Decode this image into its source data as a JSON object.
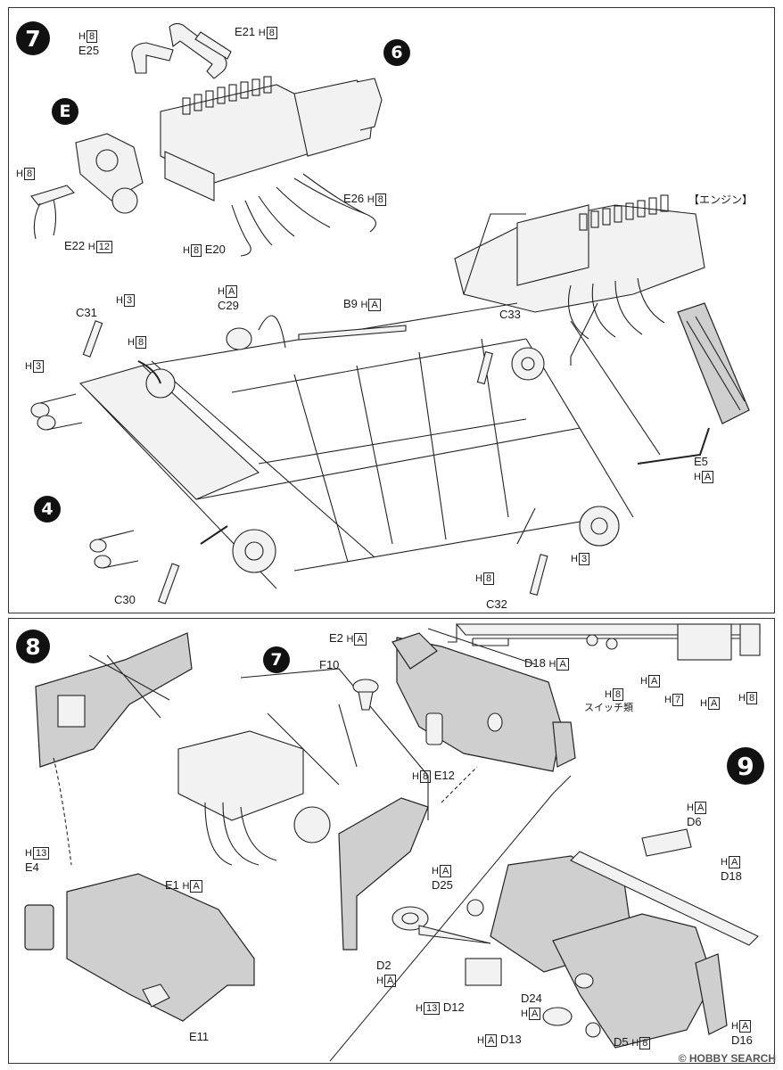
{
  "steps": {
    "s7": "7",
    "s8": "8",
    "s9": "9"
  },
  "refs": {
    "r6": "6",
    "rE": "E",
    "r4": "4",
    "r7": "7"
  },
  "engine_tag": "【エンジン】",
  "switch_note": "スイッチ類",
  "watermark": "© HOBBY SEARCH",
  "step7": {
    "e21": "E21",
    "e21_h": "8",
    "e25": "E25",
    "e25_h": "8",
    "e22": "E22",
    "e22_h": "12",
    "h8_left": "8",
    "e26": "E26",
    "e26_h": "8",
    "e20": "E20",
    "e20_h": "8",
    "c29": "C29",
    "c29_h": "A",
    "b9": "B9",
    "b9_h": "A",
    "c31": "C31",
    "c31_h": "3",
    "c31_h2": "8",
    "c31_h3": "3",
    "c33": "C33",
    "e5": "E5",
    "e5_h": "A",
    "c30": "C30",
    "c32": "C32",
    "c32_h": "3",
    "c32_h2": "8"
  },
  "step8": {
    "e2": "E2",
    "e2_h": "A",
    "f10": "F10",
    "e12": "E12",
    "e12_h": "8",
    "e4": "E4",
    "e4_h": "13",
    "e1": "E1",
    "e1_h": "A",
    "e11": "E11"
  },
  "step9": {
    "d18_top": "D18",
    "d18_top_h": "A",
    "sw_h": "8",
    "ha1": "A",
    "h7": "7",
    "ha2": "A",
    "h8_2": "8",
    "d6": "D6",
    "d6_h": "A",
    "d18": "D18",
    "d18_h": "A",
    "d25": "D25",
    "d25_h": "A",
    "d2": "D2",
    "d2_h": "A",
    "d24": "D24",
    "d24_h": "A",
    "d12": "D12",
    "d12_h": "13",
    "d13": "D13",
    "d13_h": "A",
    "d5": "D5",
    "d5_h": "8",
    "d16": "D16",
    "d16_h": "A"
  }
}
